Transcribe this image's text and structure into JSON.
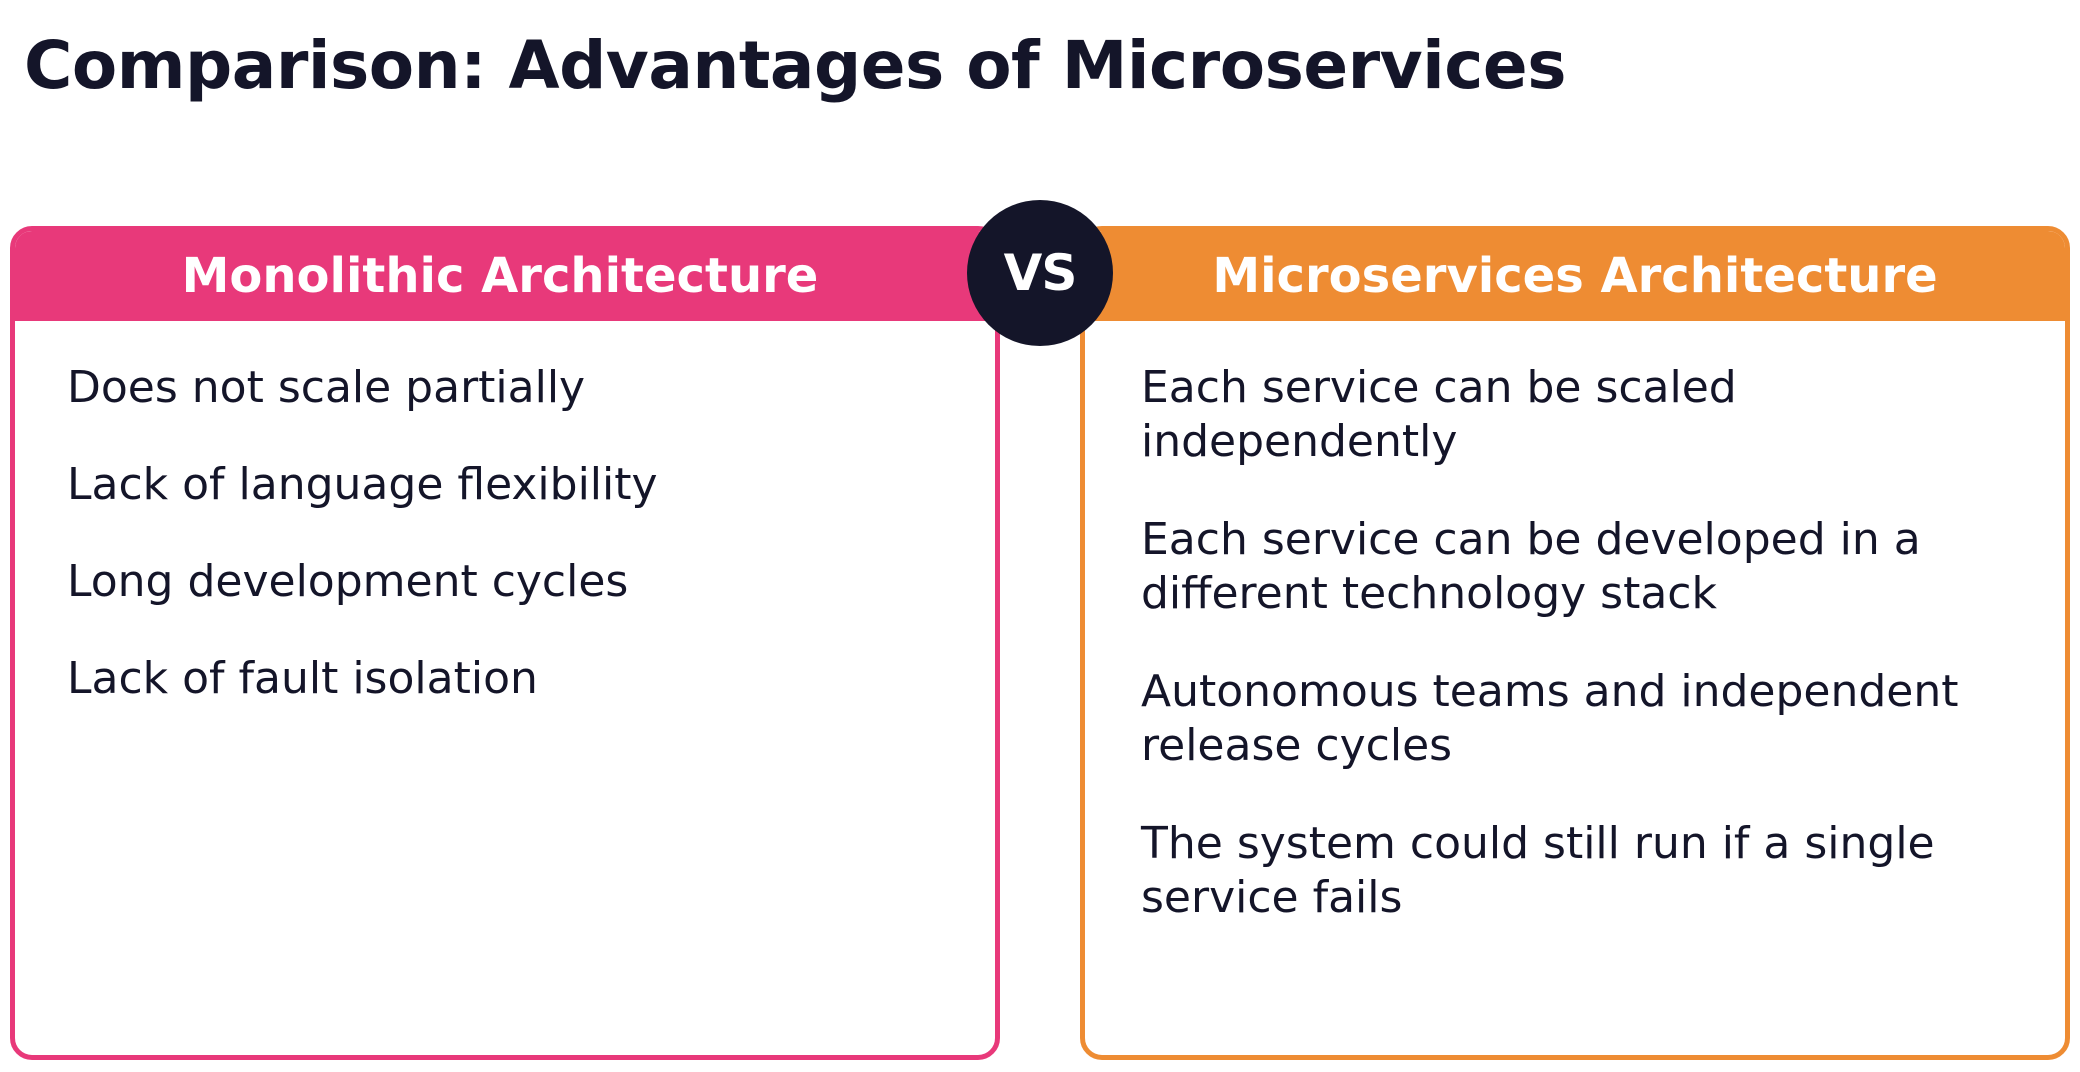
{
  "title": "Comparison: Advantages of Microservices",
  "vs_label": "VS",
  "left_panel": {
    "heading": "Monolithic Architecture",
    "color": "#e8397a",
    "items": [
      "Does not scale partially",
      "Lack of language flexibility",
      "Long development cycles",
      "Lack of fault isolation"
    ]
  },
  "right_panel": {
    "heading": "Microservices Architecture",
    "color": "#ee8c33",
    "items": [
      "Each service can be scaled independently",
      "Each service can be developed in a different technology stack",
      "Autonomous teams and independent release cycles",
      "The system could still run if a single service fails"
    ]
  }
}
